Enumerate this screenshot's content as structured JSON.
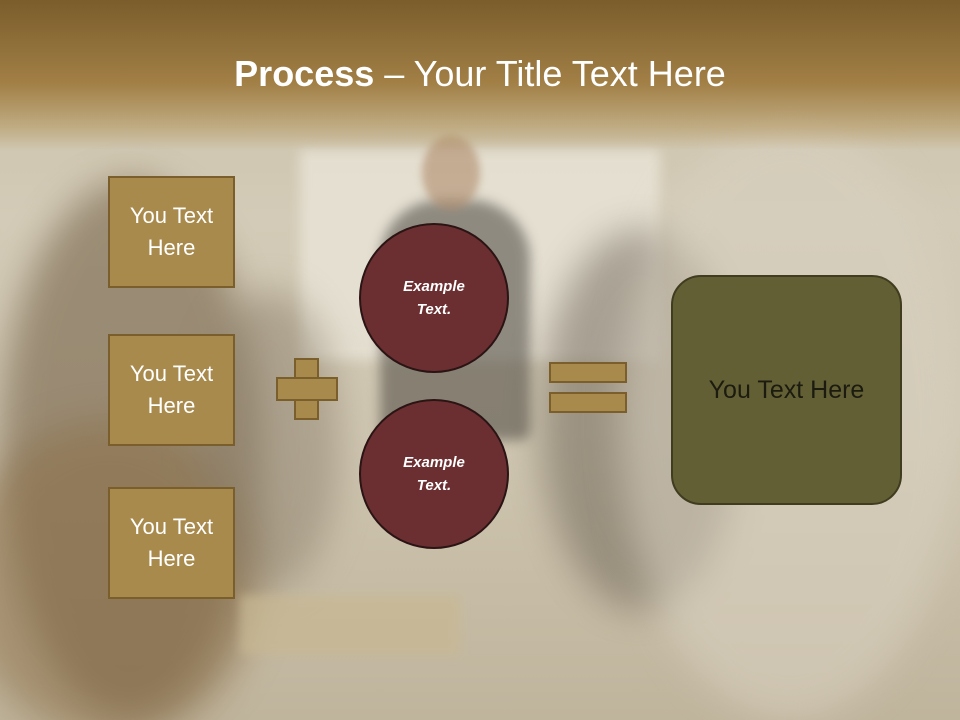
{
  "title": {
    "bold": "Process",
    "rest": " – Your Title Text Here"
  },
  "left_boxes": [
    "You Text Here",
    "You Text Here",
    "You Text Here"
  ],
  "circles": [
    "Example Text.",
    "Example Text."
  ],
  "result": "You Text Here",
  "colors": {
    "header": "#9e7c42",
    "box_fill": "#a98a4d",
    "circle_fill": "#6b2f31",
    "result_fill": "#635f35"
  }
}
